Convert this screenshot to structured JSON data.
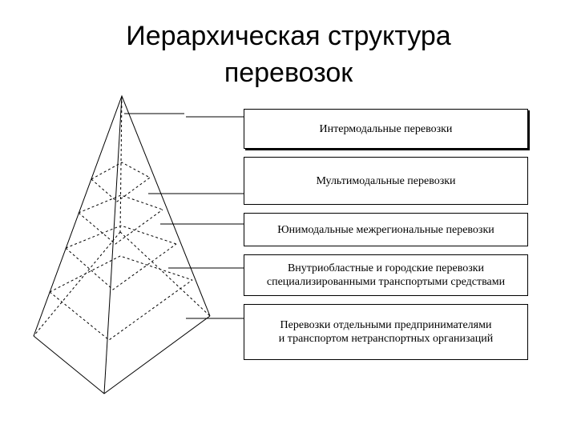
{
  "title": {
    "line1": "Иерархическая структура",
    "line2": "перевозок"
  },
  "levels": [
    {
      "label": "Интермодальные перевозки"
    },
    {
      "label": "Мультимодальные перевозки"
    },
    {
      "label": "Юнимодальные межрегиональные перевозки"
    },
    {
      "label": "Внутриобластные и городские перевозки\nспециализированными транспортыми средствами"
    },
    {
      "label": "Перевозки отдельными предпринимателями\nи транспортом нетранспортных организаций"
    }
  ]
}
